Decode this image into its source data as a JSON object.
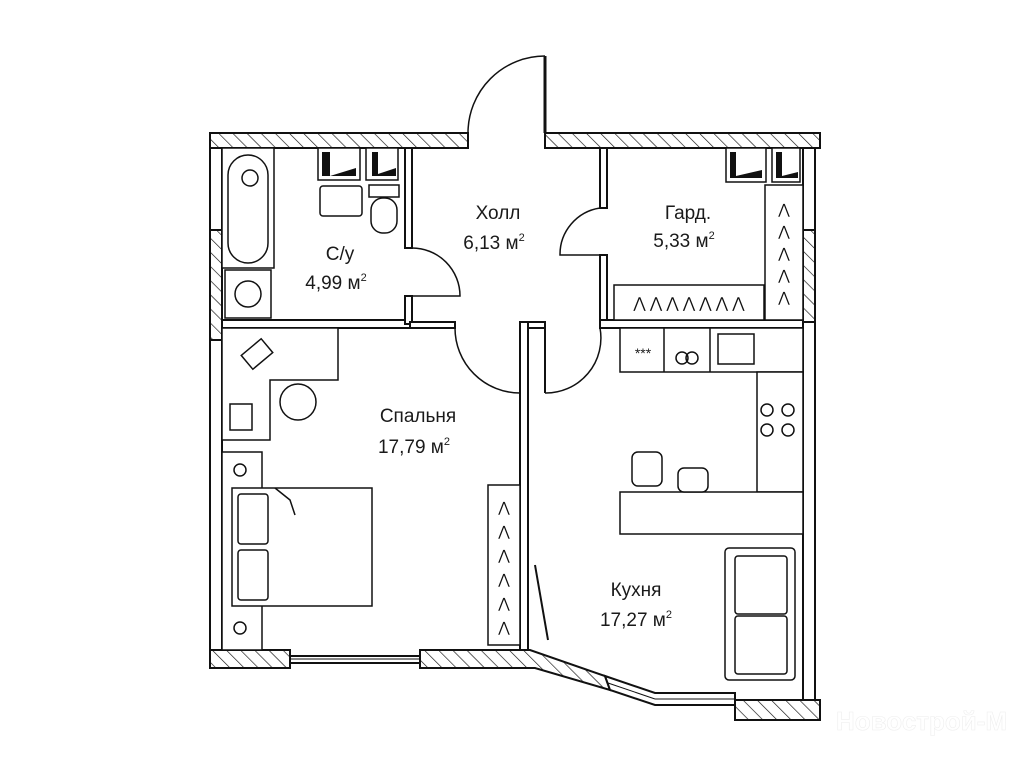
{
  "rooms": [
    {
      "name": "Холл",
      "area": "6,13 м",
      "sup": "2"
    },
    {
      "name": "Гард.",
      "area": "5,33 м",
      "sup": "2"
    },
    {
      "name": "С/у",
      "area": "4,99 м",
      "sup": "2"
    },
    {
      "name": "Спальня",
      "area": "17,79 м",
      "sup": "2"
    },
    {
      "name": "Кухня",
      "area": "17,27 м",
      "sup": "2"
    }
  ],
  "fridge_symbol": "***",
  "watermark": "Новострой-М"
}
